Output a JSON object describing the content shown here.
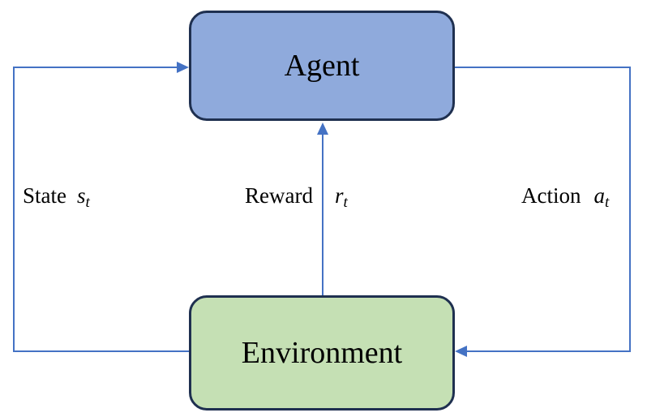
{
  "diagram": {
    "type": "reinforcement-learning-loop",
    "nodes": [
      {
        "id": "agent",
        "label": "Agent"
      },
      {
        "id": "environment",
        "label": "Environment"
      }
    ],
    "edges": [
      {
        "id": "state",
        "label": "State",
        "var": "s",
        "sub": "t",
        "from": "environment",
        "to": "agent"
      },
      {
        "id": "reward",
        "label": "Reward",
        "var": "r",
        "sub": "t",
        "from": "environment",
        "to": "agent"
      },
      {
        "id": "action",
        "label": "Action",
        "var": "a",
        "sub": "t",
        "from": "agent",
        "to": "environment"
      }
    ]
  },
  "colors": {
    "agent_fill": "#8FAADC",
    "agent_border": "#1F3050",
    "env_fill": "#C5E0B4",
    "env_border": "#1F3050",
    "arrow": "#4472C4"
  }
}
